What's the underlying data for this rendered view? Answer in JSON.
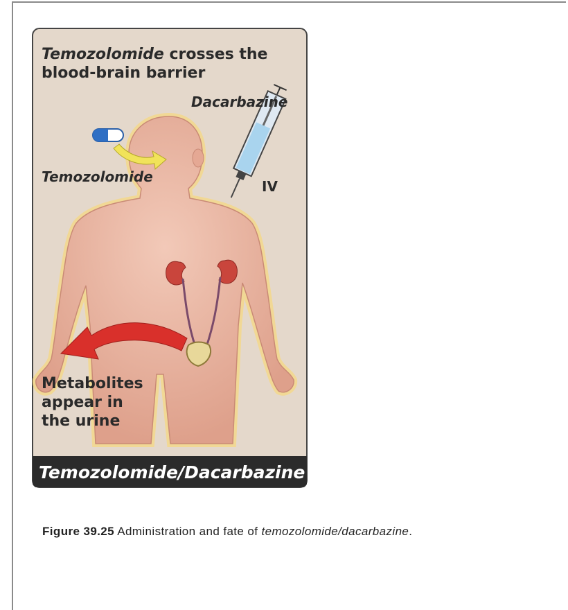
{
  "figure": {
    "top_label_drug": "Temozolomide",
    "top_label_rest_line1": " crosses the",
    "top_label_line2": "blood-brain barrier",
    "dacarbazine_label": "Dacarbazine",
    "oral_label": "Temozolomide",
    "iv_label": "IV",
    "metabolites_line1": "Metabolites",
    "metabolites_line2": "appear in",
    "metabolites_line3": "the urine",
    "banner": "Temozolomide/Dacarbazine"
  },
  "caption": {
    "number": "Figure 39.25",
    "text": " Administration and fate of ",
    "drug": "temozolomide/dacarbazine",
    "end": "."
  },
  "colors": {
    "panel_bg": "#e4d8cb",
    "body_fill": "#eab7a4",
    "banner_bg": "#2b2b2b",
    "arrow_red": "#d9302b",
    "kidney": "#c9453c"
  }
}
